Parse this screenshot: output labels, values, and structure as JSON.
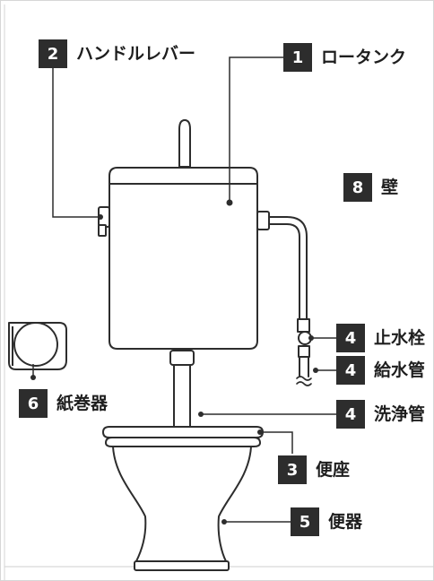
{
  "callouts": [
    {
      "num": "2",
      "label": "ハンドルレバー"
    },
    {
      "num": "1",
      "label": "ロータンク"
    },
    {
      "num": "8",
      "label": "壁"
    },
    {
      "num": "4",
      "label": "止水栓"
    },
    {
      "num": "4",
      "label": "給水管"
    },
    {
      "num": "6",
      "label": "紙巻器"
    },
    {
      "num": "4",
      "label": "洗浄管"
    },
    {
      "num": "3",
      "label": "便座"
    },
    {
      "num": "5",
      "label": "便器"
    }
  ]
}
